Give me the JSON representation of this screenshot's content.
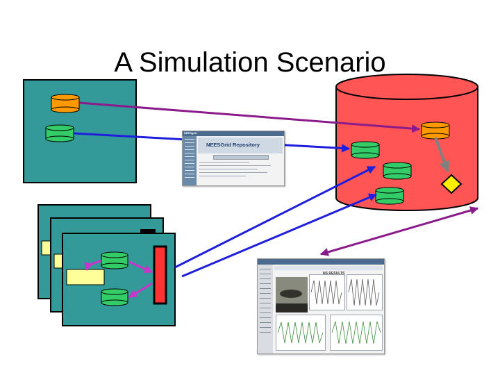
{
  "slide": {
    "title": "A Simulation Scenario"
  },
  "screenshot_repository": {
    "brand": "NEESgrid",
    "heading": "NEESGrid Repository"
  },
  "screenshot_viewer": {
    "heading": "NS RESULTS"
  },
  "colors": {
    "background": "#ffffff",
    "panel": "#339999",
    "repository": "#ff5555",
    "data_orange": "#ff9900",
    "data_green": "#33cc66",
    "metadata_yellow": "#ffff99",
    "process_red": "#ff3333",
    "arrow_purple": "#8b1a8b",
    "arrow_blue": "#1e1edc",
    "arrow_magenta": "#cc33cc",
    "arrow_gray": "#808080",
    "key_yellow": "#ffee00"
  }
}
